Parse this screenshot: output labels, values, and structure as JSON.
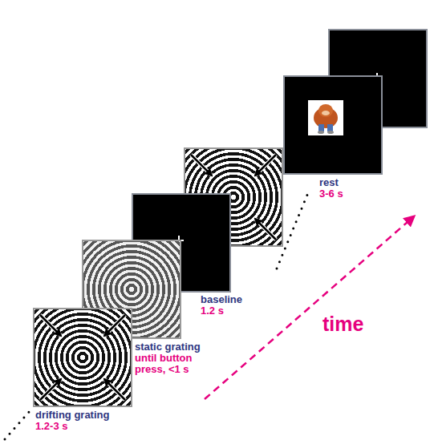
{
  "diagram": {
    "nodes": [
      {
        "text": [
          "drifting grating",
          "1.2-3 s"
        ]
      },
      {
        "text": [
          "static grating",
          "until button press, <1 s"
        ]
      },
      {
        "text": [
          "baseline",
          "1.2 s"
        ]
      },
      {
        "text": [
          "rest",
          "3-6 s"
        ]
      }
    ],
    "labels": [
      "time"
    ]
  }
}
